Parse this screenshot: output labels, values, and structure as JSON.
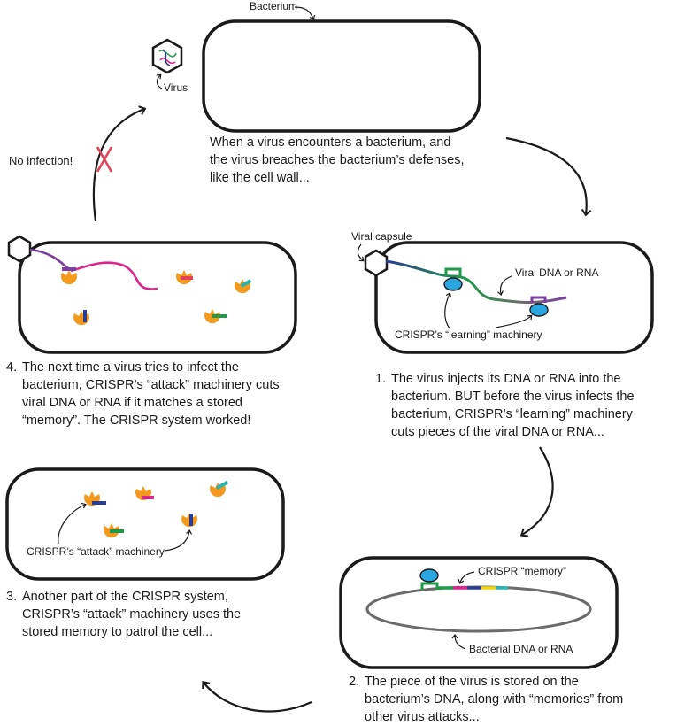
{
  "labels": {
    "bacterium": "Bacterium",
    "virus": "Virus",
    "no_infection": "No infection!",
    "viral_capsule": "Viral capsule",
    "viral_dna": "Viral DNA or RNA",
    "learning_machinery": "CRISPR’s “learning” machinery",
    "attack_machinery": "CRISPR’s “attack” machinery",
    "crispr_memory": "CRISPR “memory”",
    "bacterial_dna": "Bacterial DNA or RNA"
  },
  "captions": {
    "intro": "When a virus encounters a bacterium, and the virus breaches the bacterium’s defenses, like the cell wall...",
    "step1_num": "1.",
    "step1": "The virus injects its DNA or RNA into the bacterium. BUT before the virus infects the bacterium, CRISPR’s “learning” machinery cuts pieces of the viral DNA or RNA...",
    "step2_num": "2.",
    "step2": "The piece of the virus is stored on the bacterium’s DNA, along with “memories” from other virus attacks...",
    "step3_num": "3.",
    "step3": "Another part of the CRISPR system, CRISPR’s “attack” machinery uses the stored memory to patrol the cell...",
    "step4_num": "4.",
    "step4": "The next time a virus tries to infect the bacterium, CRISPR’s “attack” machinery cuts viral DNA or RNA if it matches a stored “memory”. The CRISPR system worked!"
  },
  "colors": {
    "outline": "#1a1a1a",
    "cas_orange": "#f39a1e",
    "cas_blue": "#2aa7e0",
    "cas_green": "#1f9a4a",
    "cutoff_red": "#e0425a",
    "magenta": "#d9278f",
    "purple": "#7b3fa0",
    "navy": "#2b3c8f",
    "teal": "#2ab3b0",
    "yellow": "#f3d21b",
    "dna_gray": "#6b6b6b"
  }
}
